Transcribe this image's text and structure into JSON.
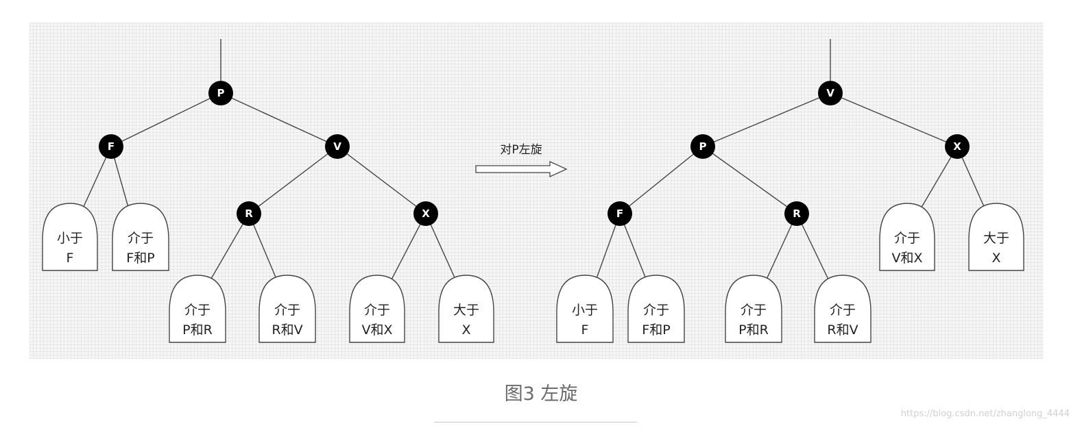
{
  "operation_label": "对P左旋",
  "caption": "图3 左旋",
  "watermark": "https://blog.csdn.net/zhanglong_4444",
  "trees": {
    "before": {
      "nodes": [
        {
          "id": "P",
          "label": "P"
        },
        {
          "id": "F",
          "label": "F"
        },
        {
          "id": "V",
          "label": "V"
        },
        {
          "id": "R",
          "label": "R"
        },
        {
          "id": "X",
          "label": "X"
        }
      ],
      "leaves": [
        {
          "line1": "小于",
          "line2": "F"
        },
        {
          "line1": "介于",
          "line2": "F和P"
        },
        {
          "line1": "介于",
          "line2": "P和R"
        },
        {
          "line1": "介于",
          "line2": "R和V"
        },
        {
          "line1": "介于",
          "line2": "V和X"
        },
        {
          "line1": "大于",
          "line2": "X"
        }
      ]
    },
    "after": {
      "nodes": [
        {
          "id": "V",
          "label": "V"
        },
        {
          "id": "P",
          "label": "P"
        },
        {
          "id": "X",
          "label": "X"
        },
        {
          "id": "F",
          "label": "F"
        },
        {
          "id": "R",
          "label": "R"
        }
      ],
      "leaves": [
        {
          "line1": "小于",
          "line2": "F"
        },
        {
          "line1": "介于",
          "line2": "F和P"
        },
        {
          "line1": "介于",
          "line2": "P和R"
        },
        {
          "line1": "介于",
          "line2": "R和V"
        },
        {
          "line1": "介于",
          "line2": "V和X"
        },
        {
          "line1": "大于",
          "line2": "X"
        }
      ]
    }
  }
}
